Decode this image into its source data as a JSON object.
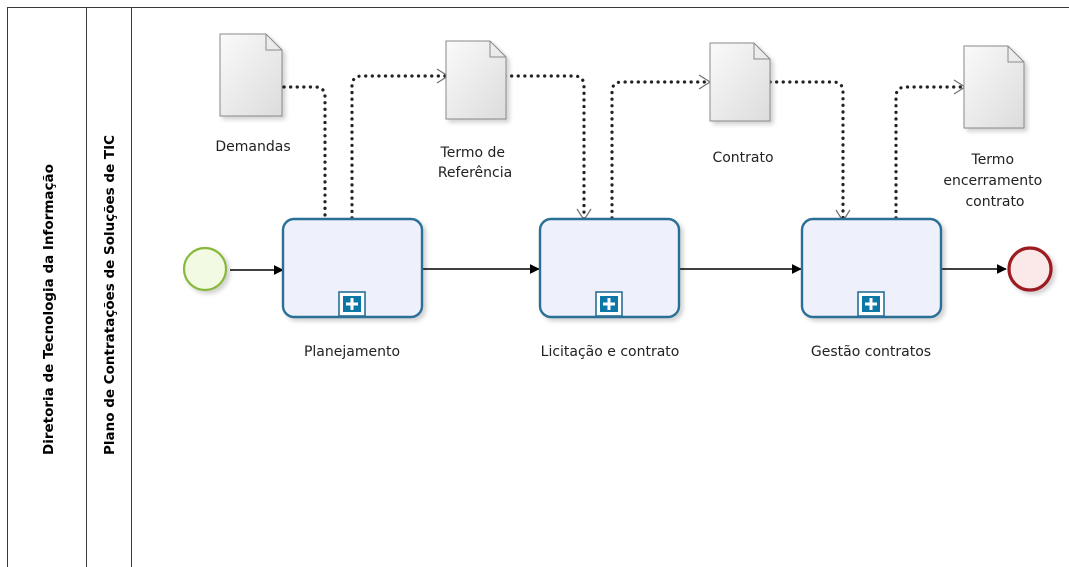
{
  "pool": {
    "label": "Diretoria de Tecnologia da Informação"
  },
  "lane": {
    "label": "Plano de Contratações de Soluções de TIC"
  },
  "tasks": [
    {
      "label": "Planejamento"
    },
    {
      "label": "Licitação e contrato"
    },
    {
      "label": "Gestão contratos"
    }
  ],
  "documents": [
    {
      "lines": [
        "Demandas"
      ]
    },
    {
      "lines": [
        "Termo de",
        "Referência"
      ]
    },
    {
      "lines": [
        "Contrato"
      ]
    },
    {
      "lines": [
        "Termo",
        "encerramento",
        "contrato"
      ]
    }
  ],
  "colors": {
    "task_stroke": "#2a6f96",
    "task_fill": "#eef0fb",
    "start_stroke": "#86b83a",
    "start_fill": "#f2fae3",
    "end_stroke": "#9c1c22",
    "end_fill": "#fbe9ea",
    "marker_fill": "#0d78a8"
  },
  "icons": {
    "start_event": "start-event-circle",
    "end_event": "end-event-circle",
    "subprocess_marker": "plus-icon",
    "document": "document-icon"
  }
}
